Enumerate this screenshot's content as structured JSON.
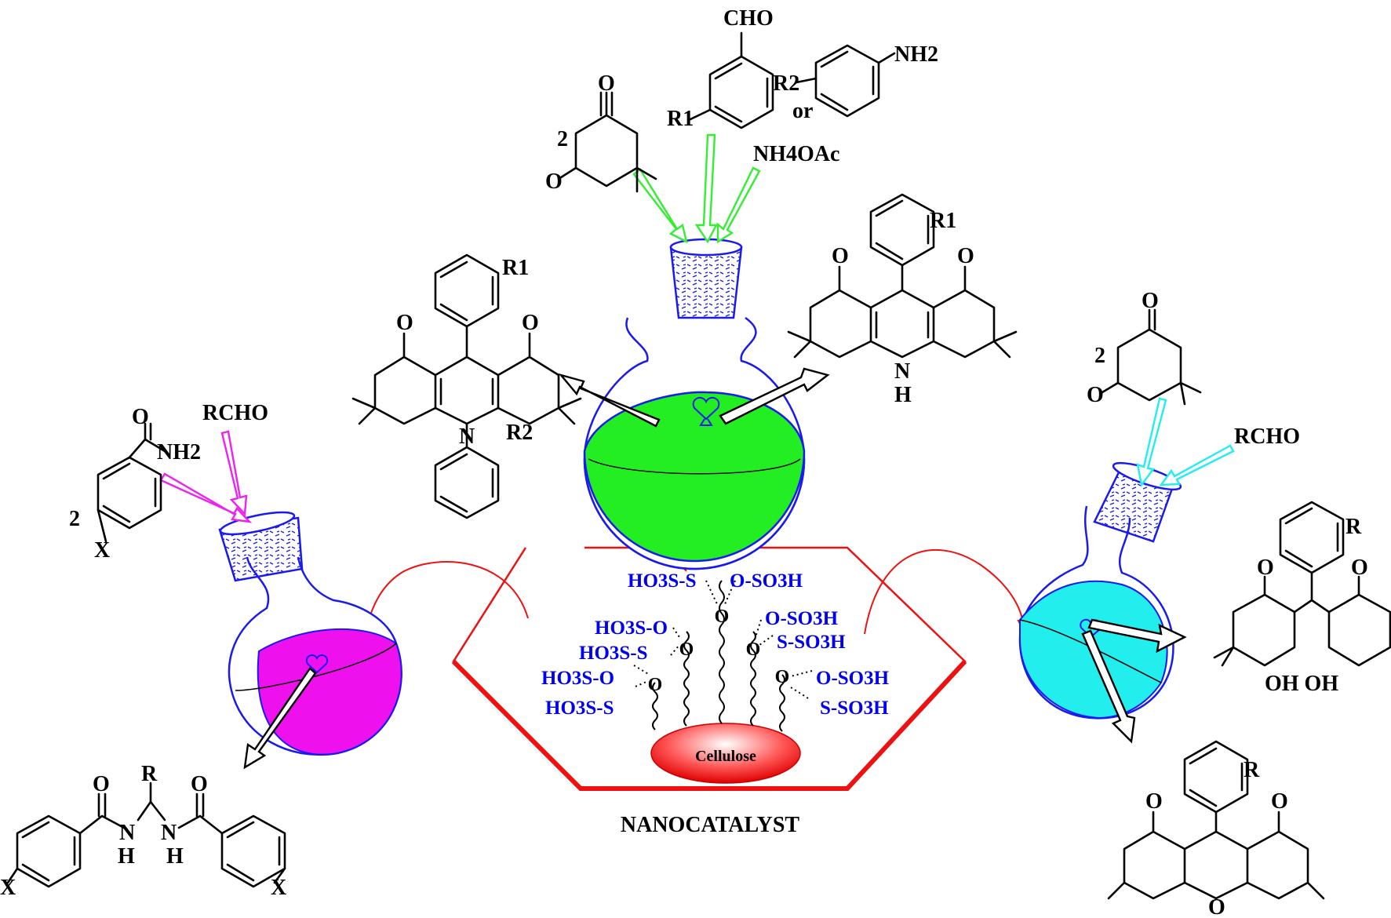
{
  "catalyst": {
    "caption": "NANOCATALYST",
    "core_label": "Cellulose",
    "groups": {
      "top_left": "HO3S-S",
      "top_right": "O-SO3H",
      "center_o": "O",
      "row2_left": "HO3S-O",
      "row2_right": "O-SO3H",
      "row3_left": "HO3S-S",
      "row3_right": "S-SO3H",
      "row4_left": "HO3S-O",
      "row4_right": "O-SO3H",
      "row5_left": "HO3S-S",
      "row5_right": "S-SO3H"
    }
  },
  "top_reaction": {
    "reagent_coef": "2",
    "aldehyde_group": "CHO",
    "aldehyde_sub": "R1",
    "amine_group": "NH2",
    "amine_sub": "R2",
    "or_text": "or",
    "ammonium": "NH4OAc",
    "product_left_subs": [
      "R1",
      "R2"
    ],
    "product_right_subs": [
      "R1"
    ],
    "product_right_nh": "N",
    "product_right_h": "H",
    "product_left_n": "N",
    "flask_color": "#22ee22"
  },
  "left_reaction": {
    "reagent_coef": "2",
    "amide_group": "NH2",
    "amide_sub": "X",
    "aldehyde": "RCHO",
    "product_subs": [
      "X",
      "X"
    ],
    "product_r": "R",
    "product_nh": [
      "N",
      "N"
    ],
    "product_h": [
      "H",
      "H"
    ],
    "flask_color": "#ee11ee"
  },
  "right_reaction": {
    "reagent_coef": "2",
    "aldehyde": "RCHO",
    "product1_sub": "R",
    "product1_oh": "OH OH",
    "product2_sub": "R",
    "product2_bridge": "O",
    "flask_color": "#22eeee"
  },
  "colors": {
    "catalyst_frame": "#ee1111",
    "flask_outline": "#1a1aee",
    "arrow_green": "#33ee33",
    "arrow_magenta": "#ee22ee",
    "arrow_cyan": "#22eeee",
    "sulfonic_text": "#0000ee"
  }
}
